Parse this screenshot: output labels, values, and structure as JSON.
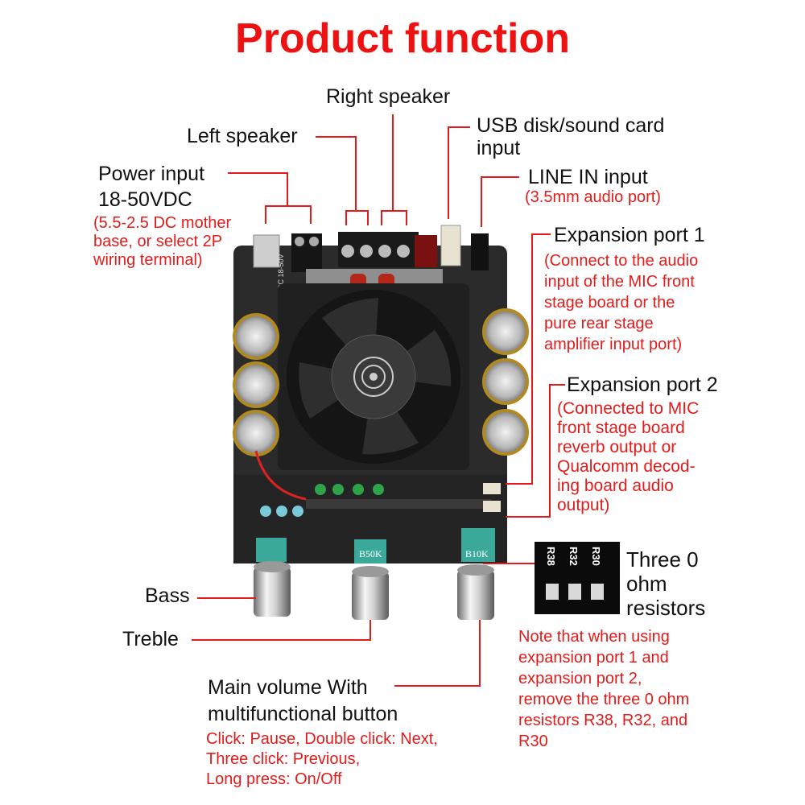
{
  "title": "Product function",
  "labels": {
    "right_speaker": "Right speaker",
    "left_speaker": "Left speaker",
    "usb_input": [
      "USB disk/sound card",
      "input"
    ],
    "power_input": [
      "Power input",
      "18-50VDC"
    ],
    "power_note": [
      "(5.5-2.5 DC mother",
      "base, or select 2P",
      "wiring terminal)"
    ],
    "line_in": "LINE IN input",
    "line_in_note": "(3.5mm audio port)",
    "exp1": "Expansion port 1",
    "exp1_note": [
      "(Connect to the audio",
      "input of the MIC front",
      "stage board or the",
      "pure rear stage",
      "amplifier input port)"
    ],
    "exp2": "Expansion port 2",
    "exp2_note": [
      "(Connected to MIC",
      "front stage board",
      "reverb output or",
      "Qualcomm decod-",
      "ing board audio",
      "output)"
    ],
    "resistors": [
      "Three 0",
      "ohm",
      "resistors"
    ],
    "resistor_ids": [
      "R38",
      "R32",
      "R30"
    ],
    "resistor_note": [
      "Note that when using",
      "expansion port 1 and",
      "expansion port 2,",
      "remove the three 0 ohm",
      "resistors R38, R32, and",
      "R30"
    ],
    "bass": "Bass",
    "treble": "Treble",
    "main_volume": [
      "Main volume With",
      "multifunctional button"
    ],
    "volume_note": [
      "Click: Pause, Double click: Next,",
      "Three click: Previous,",
      "Long press: On/Off"
    ]
  },
  "board": {
    "pot_labels": [
      "B50K",
      "B10K"
    ],
    "silk_text": "DC 18-50V"
  },
  "colors": {
    "title": "#ee1111",
    "leader": "#e31b1b",
    "note": "#e31b1b",
    "pcb": "#2b2b2b"
  }
}
